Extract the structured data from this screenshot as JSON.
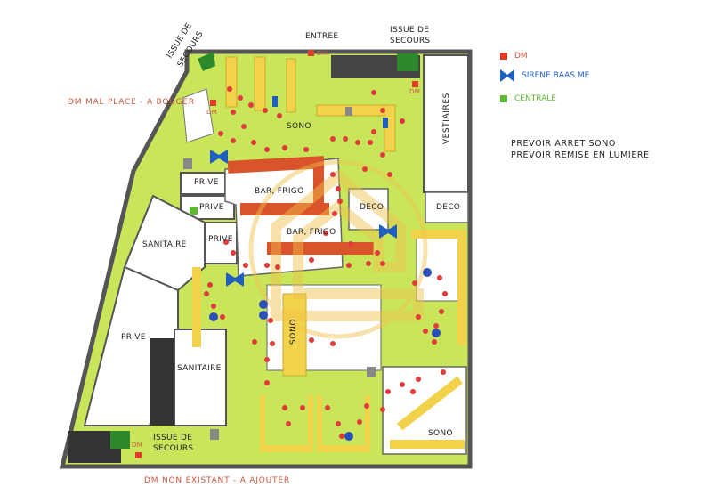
{
  "labels": {
    "entree": "ENTREE",
    "issue_top_line1": "ISSUE DE",
    "issue_top_line2": "SECOURS",
    "issue_tl_line1": "ISSUE DE",
    "issue_tl_line2": "SECOURS",
    "issue_bottom_line1": "ISSUE DE",
    "issue_bottom_line2": "SECOURS",
    "vestiaires": "VESTIAIRES",
    "sono_top": "SONO",
    "sono_middle": "SONO",
    "sono_bottom": "SONO",
    "prive_1": "PRIVE",
    "prive_2": "PRIVE",
    "prive_3": "PRIVE",
    "prive_4": "PRIVE",
    "bar_frigo_1": "BAR, FRIGO",
    "bar_frigo_2": "BAR, FRIGO",
    "deco_1": "DECO",
    "deco_2": "DECO",
    "sanitaire_1": "SANITAIRE",
    "sanitaire_2": "SANITAIRE",
    "dm_small_1": "DM",
    "dm_small_2": "DM",
    "dm_small_3": "DM",
    "dm_small_4": "DM"
  },
  "annotations": {
    "dm_mal_place": "DM MAL PLACE - A BOUGER",
    "dm_non_existant": "DM NON EXISTANT - A AJOUTER"
  },
  "legend": [
    {
      "label": "DM",
      "color": "#e03a2a",
      "symbol": "square"
    },
    {
      "label": "SIRENE BAAS ME",
      "color": "#1f5fbf",
      "symbol": "bowtie-icon"
    },
    {
      "label": "CENTRALE",
      "color": "#5fb832",
      "symbol": "square"
    }
  ],
  "notes": {
    "line1": "PREVOIR ARRET SONO",
    "line2": "PREVOIR REMISE EN LUMIERE"
  },
  "colors": {
    "floor": "#c9e65a",
    "wall": "#555555",
    "furniture": "#f2d24a",
    "bar": "#d9532b",
    "dot_red": "#e23a3a",
    "dot_blue": "#2a4fb8",
    "room": "#ffffff",
    "watermark": "#f0c14a"
  }
}
